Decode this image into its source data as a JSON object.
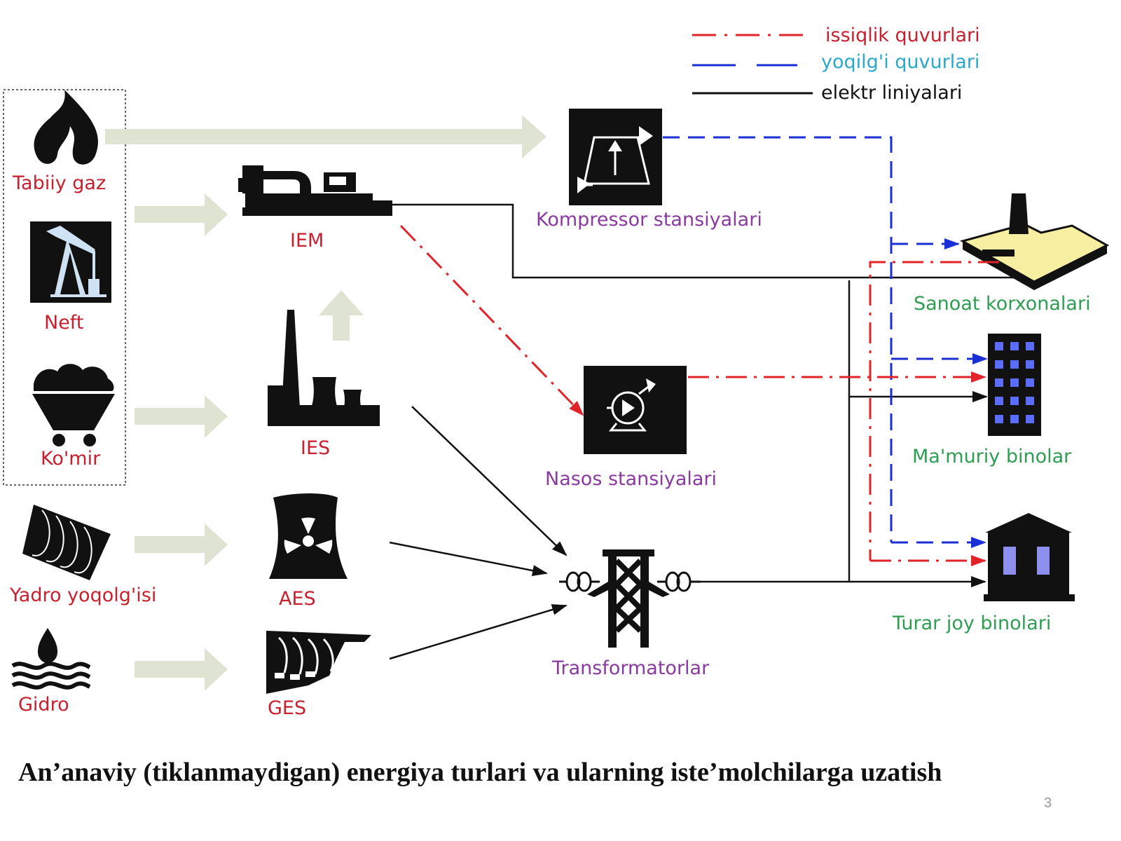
{
  "legend": {
    "heat": "issiqlik quvurlari",
    "fuel": "yoqilg'i quvurlari",
    "electric": "elektr liniyalari"
  },
  "sources": {
    "gas": "Tabiiy gaz",
    "oil": "Neft",
    "coal": "Ko'mir",
    "nuclear": "Yadro yoqolg'isi",
    "hydro": "Gidro"
  },
  "plants": {
    "iem": "IEM",
    "ies": "IES",
    "aes": "AES",
    "ges": "GES"
  },
  "stations": {
    "compressor": "Kompressor stansiyalari",
    "pump": "Nasos stansiyalari",
    "transformer": "Transformatorlar"
  },
  "consumers": {
    "industry": "Sanoat korxonalari",
    "admin": "Ma'muriy binolar",
    "residential": "Turar joy binolari"
  },
  "caption": "An’anaviy (tiklanmaydigan) energiya turlari va ularning iste’molchilarga uzatish",
  "page_number": "3",
  "colors": {
    "heat_line": "#e0242a",
    "fuel_line": "#1a2fd6",
    "electric_line": "#111111",
    "source_label": "#c8202e",
    "station_label": "#8a3aa0",
    "consumer_label": "#2e9e52",
    "flow_arrow": "#dfe3d2"
  },
  "icons": [
    "flame-icon",
    "oil-pump-icon",
    "coal-cart-icon",
    "nuclear-fuel-icon",
    "water-drop-icon",
    "engine-icon",
    "factory-chimney-icon",
    "cooling-tower-icon",
    "dam-icon",
    "compressor-icon",
    "pump-icon",
    "transformer-tower-icon",
    "industrial-plant-icon",
    "office-building-icon",
    "house-icon"
  ]
}
